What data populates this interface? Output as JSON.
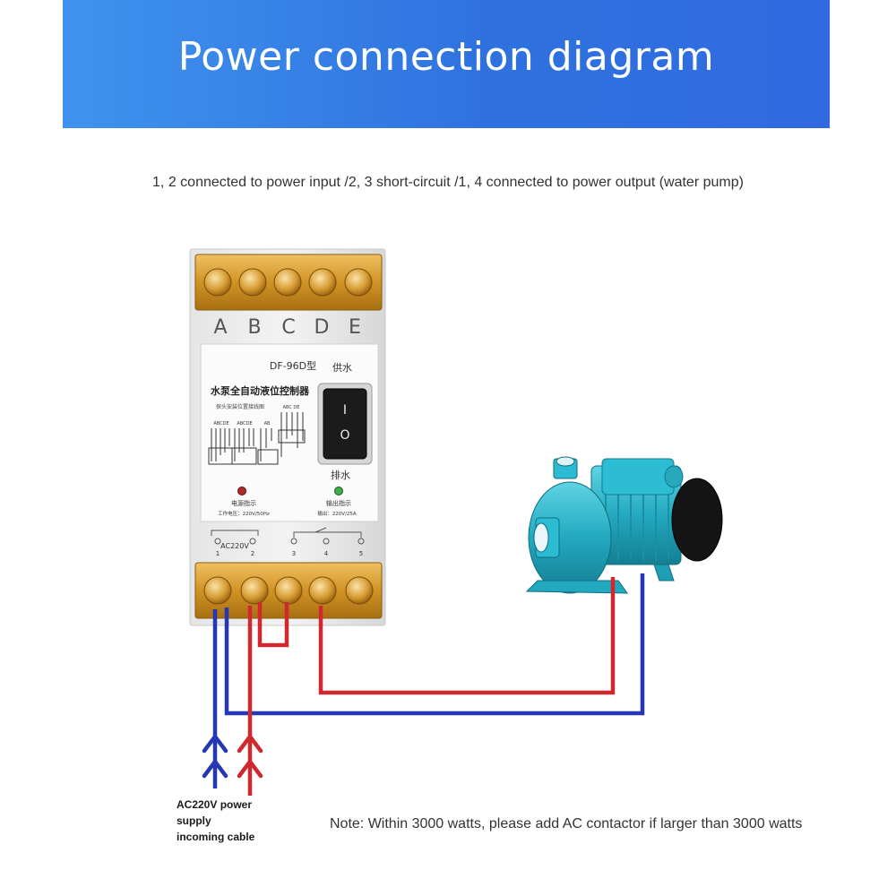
{
  "banner": {
    "title": "Power connection diagram"
  },
  "subtitle": "1, 2 connected to power input /2, 3 short-circuit /1, 4 connected to power output (water pump)",
  "controller": {
    "terminal_letters": [
      "A",
      "B",
      "C",
      "D",
      "E"
    ],
    "model": "DF-96D型",
    "name_cn": "水泵全自动液位控制器",
    "probe_note_cn": "探头安装位置接线图",
    "probe_labels": [
      "ABCDE",
      "ABCDE",
      "AB",
      "ABC DE"
    ],
    "mode_supply_cn": "供水",
    "mode_drain_cn": "排水",
    "switch_on": "I",
    "switch_off": "O",
    "power_indicator_cn": "电源指示",
    "output_indicator_cn": "输出指示",
    "working_voltage": "工作电压：220V/50Hz",
    "output_rating": "输出：220V/25A",
    "ac_label": "AC220V",
    "terminal_numbers": [
      "1",
      "2",
      "3",
      "4",
      "5"
    ]
  },
  "supply_label": {
    "line1": "AC220V power",
    "line2": "supply",
    "line3": "incoming cable"
  },
  "note": "Note: Within 3000 watts, please add AC contactor if larger than 3000 watts",
  "colors": {
    "banner": "#2f72df",
    "wire_red": "#d0282e",
    "wire_blue": "#2437b5",
    "pump_body": "#28b6cc",
    "terminal_amber": "#c98c1c"
  }
}
